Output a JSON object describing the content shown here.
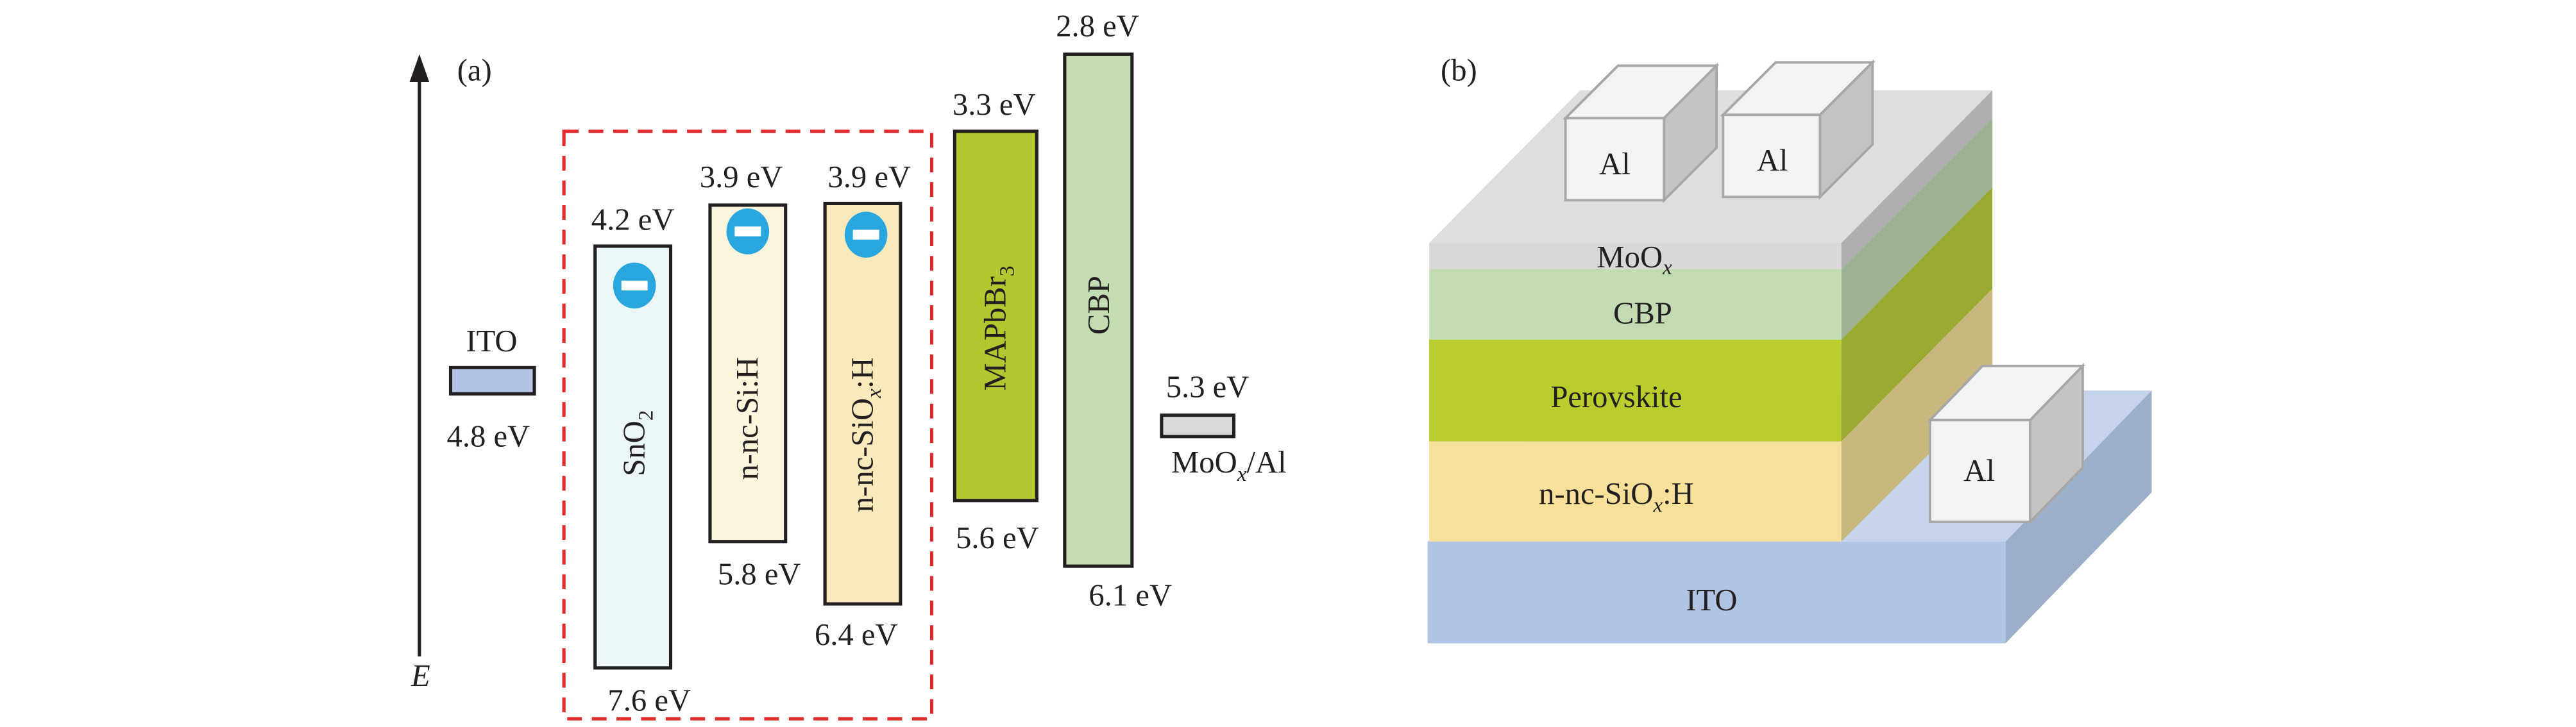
{
  "panel_a": {
    "tag": "(a)",
    "axis_label": "E",
    "ito": {
      "name": "ITO",
      "energy": "4.8 eV",
      "color": "#b2c3e3"
    },
    "sno2": {
      "name": "SnO",
      "sub": "2",
      "top": "4.2 eV",
      "bottom": "7.6 eV",
      "color": "#eaf6f8"
    },
    "si": {
      "name": "n-nc-Si:H",
      "top": "3.9 eV",
      "bottom": "5.8 eV",
      "color": "#fcf5de"
    },
    "siox": {
      "name": "n-nc-SiO",
      "sub": "x",
      "suffix": ":H",
      "top": "3.9 eV",
      "bottom": "6.4 eV",
      "color": "#f8eabb"
    },
    "mapbbr": {
      "name": "MAPbBr",
      "sub": "3",
      "top": "3.3 eV",
      "bottom": "5.6 eV",
      "color": "#b4c630"
    },
    "cbp": {
      "name": "CBP",
      "top": "2.8 eV",
      "bottom": "6.1 eV",
      "color": "#c3dcb2"
    },
    "mooxal": {
      "name": "MoO",
      "sub": "x",
      "suffix": "/Al",
      "energy": "5.3 eV",
      "color": "#d9d9d9"
    },
    "highlight_color": "#e02b2b",
    "electron_color": "#29a6de"
  },
  "panel_b": {
    "tag": "(b)",
    "layers": {
      "moox": {
        "name": "MoO",
        "sub": "x"
      },
      "cbp": {
        "name": "CBP"
      },
      "perovskite": {
        "name": "Perovskite"
      },
      "siox": {
        "name": "n-nc-SiO",
        "sub": "x",
        "suffix": ":H"
      },
      "ito": {
        "name": "ITO"
      }
    },
    "electrodes": [
      "Al",
      "Al",
      "Al"
    ]
  }
}
